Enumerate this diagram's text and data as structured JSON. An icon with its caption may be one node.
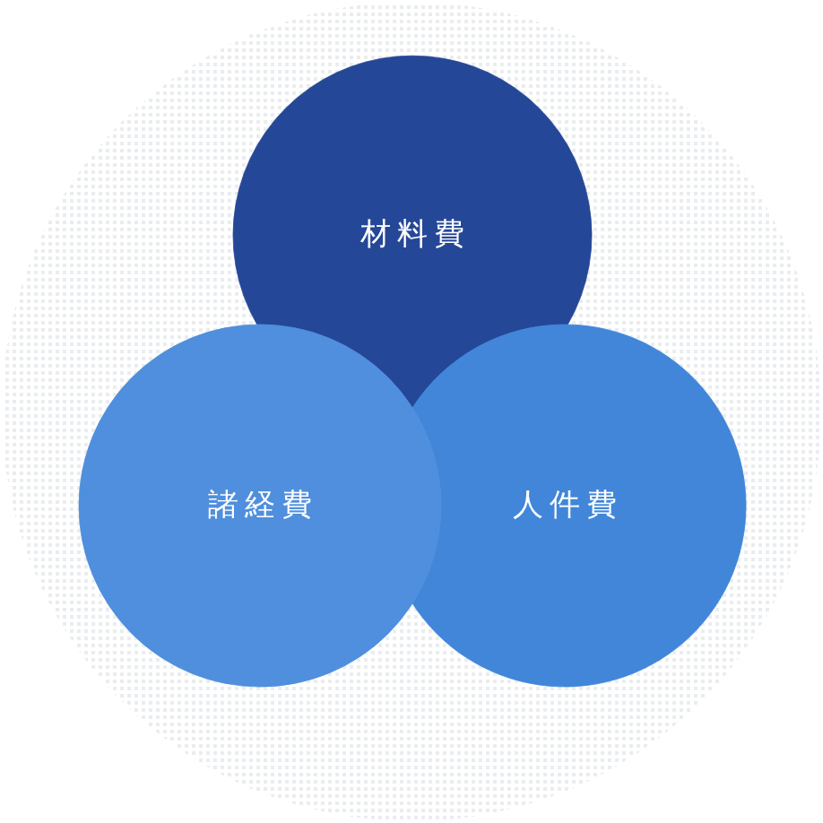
{
  "diagram": {
    "nodes": [
      {
        "text": [],
        "shape": "circle"
      },
      {
        "text": [
          "材料費"
        ],
        "in": 0
      },
      {
        "text": [
          "諸経費"
        ],
        "in": 0
      },
      {
        "text": [
          "人件費"
        ],
        "in": 0
      }
    ]
  }
}
